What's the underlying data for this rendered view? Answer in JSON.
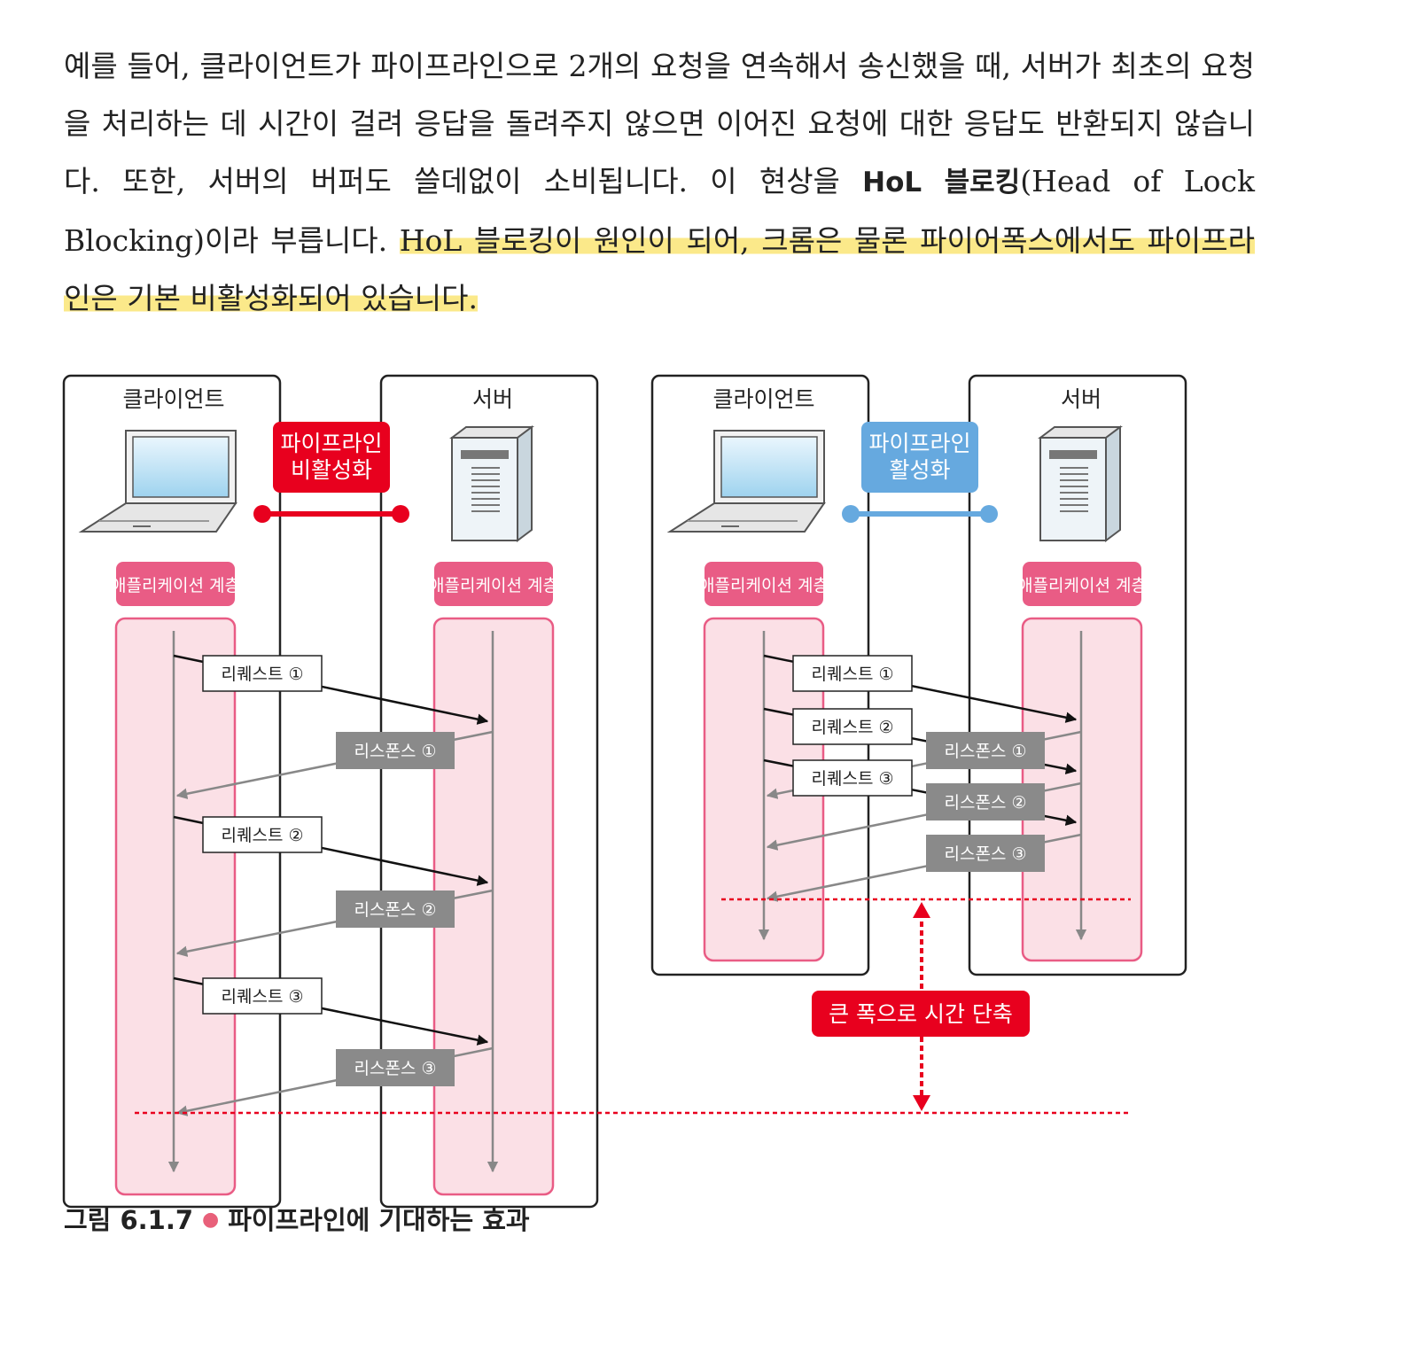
{
  "paragraph": {
    "text1": "예를 들어, 클라이언트가 파이프라인으로 2개의 요청을 연속해서 송신했을 때, 서버가 최초의 요청을 처리하는 데 시간이 걸려 응답을 돌려주지 않으면 이어진 요청에 대한 응답도 반환되지 않습니다. 또한, 서버의 버퍼도 쓸데없이 소비됩니다. 이 현상을 ",
    "term": "HoL 블로킹",
    "text2": "(Head of Lock Blocking)이라 부릅니다. ",
    "highlight": "HoL 블로킹이 원인이 되어, 크롬은 물론 파이어폭스에서도 파이프라인은 기본 비활성화되어 있습니다."
  },
  "figure": {
    "left": {
      "client_label": "클라이언트",
      "server_label": "서버",
      "badge_line1": "파이프라인",
      "badge_line2": "비활성화",
      "badge_color": "#e8001e",
      "layer_label": "애플리케이션 계층",
      "requests": [
        "리퀘스트 ①",
        "리퀘스트 ②",
        "리퀘스트 ③"
      ],
      "responses": [
        "리스폰스 ①",
        "리스폰스 ②",
        "리스폰스 ③"
      ]
    },
    "right": {
      "client_label": "클라이언트",
      "server_label": "서버",
      "badge_line1": "파이프라인",
      "badge_line2": "활성화",
      "badge_color": "#66a9df",
      "layer_label": "애플리케이션 계층",
      "requests": [
        "리퀘스트 ①",
        "리퀘스트 ②",
        "리퀘스트 ③"
      ],
      "responses": [
        "리스폰스 ①",
        "리스폰스 ②",
        "리스폰스 ③"
      ]
    },
    "time_saving_label": "큰 폭으로 시간 단축",
    "colors": {
      "layer_badge": "#e95c85",
      "layer_fill": "#fbe0e6",
      "response_box": "#8a8a8a",
      "accent_red": "#e8001e"
    }
  },
  "caption": {
    "number": "그림 6.1.7",
    "bullet": "●",
    "title": "파이프라인에 기대하는 효과"
  }
}
